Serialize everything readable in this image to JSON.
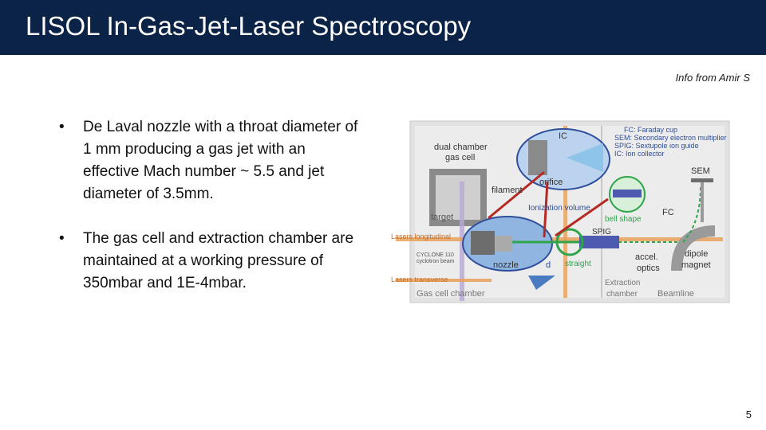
{
  "slide": {
    "title": "LISOL In-Gas-Jet-Laser Spectroscopy",
    "credit": "Info from Amir S",
    "page_number": "5",
    "bullet_glyph": "•",
    "bullets": [
      "De Laval nozzle with a throat diameter of 1 mm producing a gas jet with an effective Mach number ~ 5.5 and jet diameter of 3.5mm.",
      "The gas cell and extraction chamber are maintained at a working pressure of 350mbar and 1E-4mbar."
    ]
  },
  "figure": {
    "legend": [
      "FC: Faraday cup",
      "SEM: Secondary electron multiplier",
      "SPIG: Sextupole ion guide",
      "IC: Ion collector"
    ],
    "labels": {
      "dual_chamber_1": "dual chamber",
      "dual_chamber_2": "gas cell",
      "ic": "IC",
      "orifice": "orifice",
      "filament": "filament",
      "target": "target",
      "ionization_volume": "Ionization volume",
      "bell_shape": "bell shape",
      "sem": "SEM",
      "fc": "FC",
      "spig": "SPIG",
      "lasers_longitudinal": "Lasers longitudinal",
      "cyclone_1": "CYCLONE 110",
      "cyclone_2": "cyclotron beam",
      "nozzle": "nozzle",
      "d": "d",
      "straight": "straight",
      "accel_1": "accel.",
      "accel_2": "optics",
      "dipole_1": "dipole",
      "dipole_2": "magnet",
      "lasers_transverse": "Lasers transverse",
      "gas_cell_chamber": "Gas cell chamber",
      "extraction_1": "Extraction",
      "extraction_2": "chamber",
      "beamline": "Beamline"
    },
    "colors": {
      "title_bar": "#0b2346",
      "laser_orange": "#e8a05a",
      "inset_blue": "#6f9fd6",
      "ion_green": "#3fbf5a",
      "arrow_red": "#b52a22",
      "label_blue": "#2f4f9a"
    }
  }
}
